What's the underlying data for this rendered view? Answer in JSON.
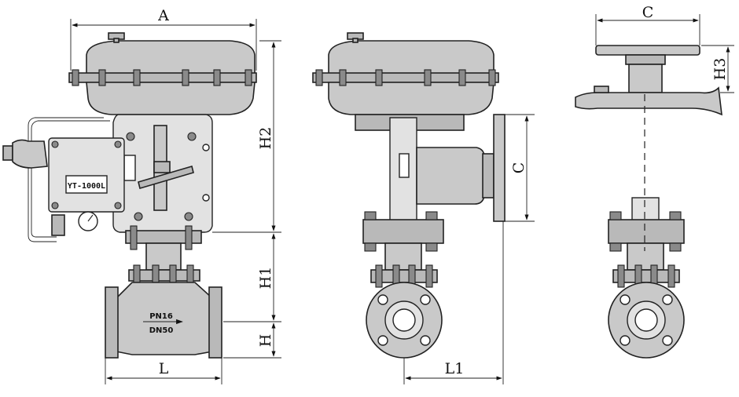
{
  "dimensions": {
    "A": "A",
    "C_top": "C",
    "C_side": "C",
    "H": "H",
    "H1": "H1",
    "H2": "H2",
    "H3": "H3",
    "L": "L",
    "L1": "L1"
  },
  "labels": {
    "positioner_model": "YT-1000L",
    "pressure_rating": "PN16",
    "nominal_diameter": "DN50"
  }
}
